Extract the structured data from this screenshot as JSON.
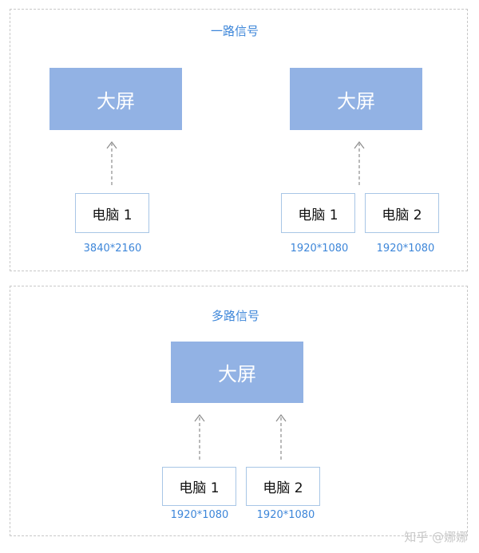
{
  "single_signal": {
    "title": "一路信号",
    "left": {
      "screen_label": "大屏",
      "computer_label": "电脑 1",
      "computer_resolution": "3840*2160"
    },
    "right": {
      "screen_label": "大屏",
      "computers": [
        {
          "label": "电脑 1",
          "resolution": "1920*1080"
        },
        {
          "label": "电脑 2",
          "resolution": "1920*1080"
        }
      ]
    }
  },
  "multi_signal": {
    "title": "多路信号",
    "screen_label": "大屏",
    "computers": [
      {
        "label": "电脑 1",
        "resolution": "1920*1080"
      },
      {
        "label": "电脑 2",
        "resolution": "1920*1080"
      }
    ]
  },
  "watermark": "知乎 @娜娜"
}
